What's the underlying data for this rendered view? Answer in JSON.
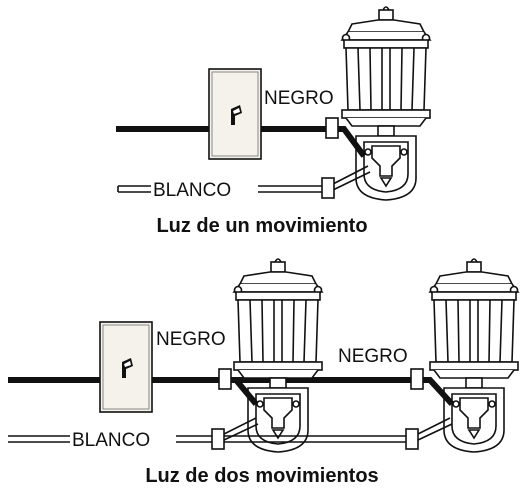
{
  "diagram1": {
    "wire_black_label": "NEGRO",
    "wire_white_label": "BLANCO",
    "caption": "Luz de un movimiento"
  },
  "diagram2": {
    "wire_black_label_1": "NEGRO",
    "wire_black_label_2": "NEGRO",
    "wire_white_label": "BLANCO",
    "caption": "Luz de dos movimientos"
  }
}
